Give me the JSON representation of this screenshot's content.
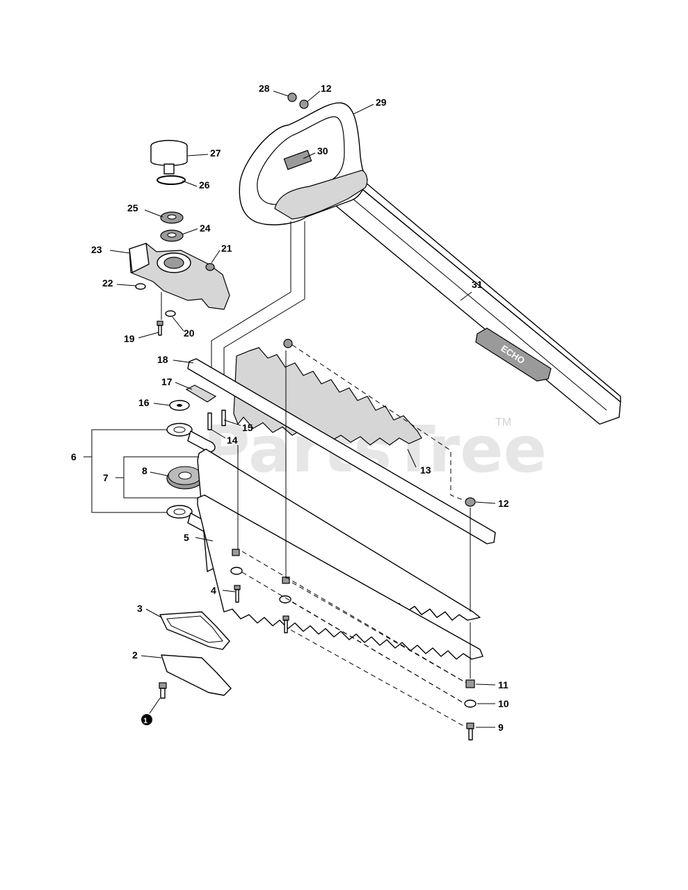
{
  "watermark": {
    "text": "PartsTree",
    "tm": "TM"
  },
  "callouts": {
    "c1": "1",
    "c2": "2",
    "c3": "3",
    "c4": "4",
    "c5": "5",
    "c6": "6",
    "c7": "7",
    "c8": "8",
    "c9": "9",
    "c10": "10",
    "c11": "11",
    "c12a": "12",
    "c12b": "12",
    "c13": "13",
    "c14": "14",
    "c15": "15",
    "c16": "16",
    "c17": "17",
    "c18": "18",
    "c19": "19",
    "c20": "20",
    "c21": "21",
    "c22": "22",
    "c23": "23",
    "c24": "24",
    "c25": "25",
    "c26": "26",
    "c27": "27",
    "c28": "28",
    "c29": "29",
    "c30": "30",
    "c31": "31"
  },
  "cover_logo": "ECHO"
}
